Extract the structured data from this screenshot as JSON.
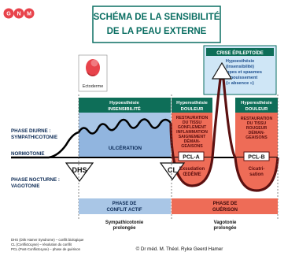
{
  "logo": {
    "letters": [
      "G",
      "N",
      "M"
    ],
    "color": "#e8434b"
  },
  "title": {
    "line1": "SCHÉMA DE LA SENSIBILITÉ",
    "line2": "DE LA PEAU EXTERNE",
    "color": "#0a6e62"
  },
  "ectoderm": {
    "label": "Ectoderme",
    "icon": "embryo-icon"
  },
  "crisis": {
    "title": "CRISE ÉPILEPTOÏDE",
    "lines": [
      "Hypoesthésie",
      "(insensibilité)",
      "Crampes et spasmes",
      "Évanouissement",
      "(« absence »)"
    ]
  },
  "bands": {
    "hypo": {
      "line1": "Hypoesthésie",
      "line2": "INSENSIBILITÉ"
    },
    "hyper1": {
      "line1": "Hyperesthésie",
      "line2": "DOULEUR"
    },
    "hyper2": {
      "line1": "Hyperesthésie",
      "line2": "DOULEUR"
    }
  },
  "phases": {
    "diurne": {
      "line1": "PHASE DIURNE :",
      "line2": "SYMPATHICOTONIE"
    },
    "normo": "NORMOTONIE",
    "nocturne": {
      "line1": "PHASE NOCTURNE :",
      "line2": "VAGOTONIE"
    }
  },
  "markers": {
    "dhs": "DHS",
    "cl": "CL"
  },
  "ulceration": "ULCÉRATION",
  "restauration1": [
    "RESTAURATION",
    "DU TISSU",
    "GONFLEMENT",
    "INFLAMMATION",
    "SAIGNEMENT",
    "DÉMAN-",
    "GEAISONS"
  ],
  "restauration2": [
    "RESTAURATION",
    "DU TISSU",
    "ROUGEUR",
    "DÉMAN-",
    "GEAISONS"
  ],
  "pcla": "PCL-A",
  "pclb": "PCL-B",
  "exsudation": {
    "line1": "Exsudation",
    "line2": "ŒDÈME"
  },
  "cicatrisation": {
    "line1": "Cicatri-",
    "line2": "sation"
  },
  "phase_conflit": {
    "line1": "PHASE DE",
    "line2": "CONFLIT ACTIF"
  },
  "phase_guerison": {
    "line1": "PHASE DE",
    "line2": "GUÉRISON"
  },
  "bottom": {
    "left": {
      "line1": "Sympathicotonie",
      "line2": "prolongée"
    },
    "right": {
      "line1": "Vagotonie",
      "line2": "prolongée"
    }
  },
  "legend": [
    "DHS (Dirk Hamer Syndrome) – conflit biologique",
    "CL (ConflictoLyse) – résolution du conflit",
    "PCL (Post-ConflictoLyse) – phase de guérison"
  ],
  "copyright": "© Dr méd. M. Théol. Ryke Geerd Hamer",
  "colors": {
    "green": "#0e6e58",
    "blue": "#a9c6e6",
    "red": "#ee6c57",
    "dark": "#5b1010",
    "teal": "#0a6e62"
  }
}
